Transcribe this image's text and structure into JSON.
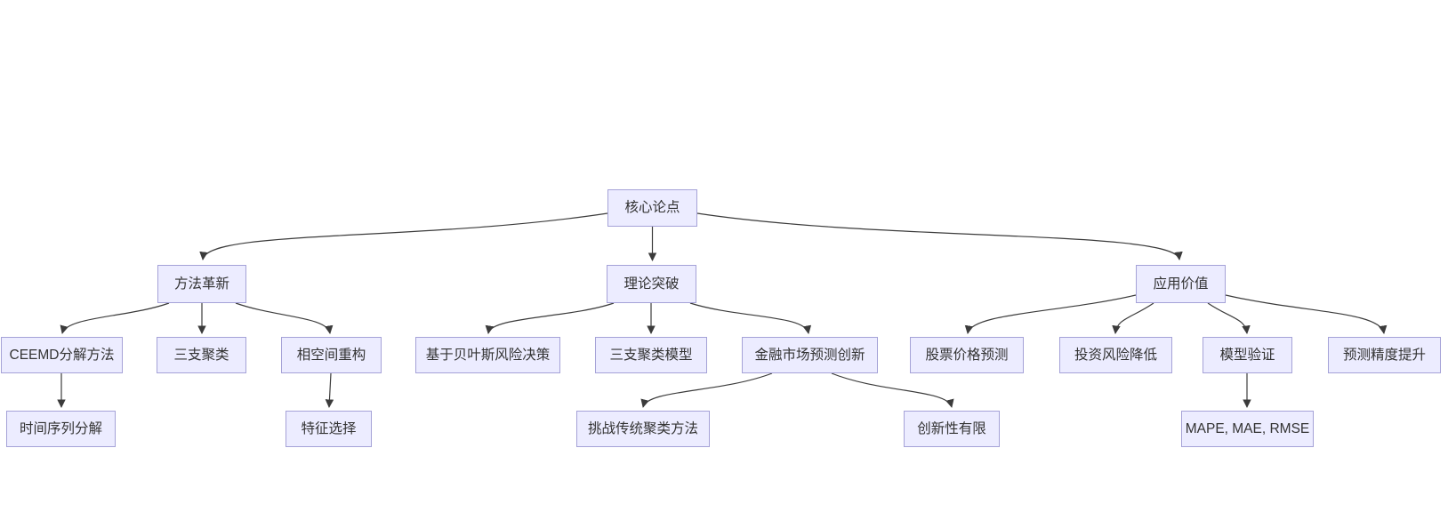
{
  "diagram": {
    "type": "flowchart-top-down",
    "title": "核心论点",
    "colors": {
      "node_fill": "#ECECFF",
      "node_border": "#A5A2D7",
      "edge": "#3b3b3b",
      "text": "#333333",
      "background": "#ffffff"
    },
    "nodes": {
      "core_thesis": {
        "label": "核心论点",
        "level": 1
      },
      "method_innovation": {
        "label": "方法革新",
        "level": 2
      },
      "theoretical_breakthrough": {
        "label": "理论突破",
        "level": 2
      },
      "application_value": {
        "label": "应用价值",
        "level": 2
      },
      "ceemd_decomposition": {
        "label": "CEEMD分解方法",
        "level": 3
      },
      "three_way_clustering": {
        "label": "三支聚类",
        "level": 3
      },
      "phase_space_reconstruction": {
        "label": "相空间重构",
        "level": 3
      },
      "bayesian_risk_decision": {
        "label": "基于贝叶斯风险决策",
        "level": 3
      },
      "three_way_clustering_model": {
        "label": "三支聚类模型",
        "level": 3
      },
      "financial_market_forecast_innovation": {
        "label": "金融市场预测创新",
        "level": 3
      },
      "stock_price_prediction": {
        "label": "股票价格预测",
        "level": 3
      },
      "investment_risk_reduction": {
        "label": "投资风险降低",
        "level": 3
      },
      "model_validation": {
        "label": "模型验证",
        "level": 3
      },
      "forecast_accuracy_improvement": {
        "label": "预测精度提升",
        "level": 3
      },
      "time_series_decomposition": {
        "label": "时间序列分解",
        "level": 4
      },
      "feature_selection": {
        "label": "特征选择",
        "level": 4
      },
      "challenge_traditional_clustering": {
        "label": "挑战传统聚类方法",
        "level": 4
      },
      "limited_innovation": {
        "label": "创新性有限",
        "level": 4
      },
      "evaluation_metrics": {
        "label": "MAPE, MAE, RMSE",
        "level": 4
      }
    },
    "edges": [
      {
        "from": "core_thesis",
        "to": "method_innovation"
      },
      {
        "from": "core_thesis",
        "to": "theoretical_breakthrough"
      },
      {
        "from": "core_thesis",
        "to": "application_value"
      },
      {
        "from": "method_innovation",
        "to": "ceemd_decomposition"
      },
      {
        "from": "method_innovation",
        "to": "three_way_clustering"
      },
      {
        "from": "method_innovation",
        "to": "phase_space_reconstruction"
      },
      {
        "from": "ceemd_decomposition",
        "to": "time_series_decomposition"
      },
      {
        "from": "phase_space_reconstruction",
        "to": "feature_selection"
      },
      {
        "from": "theoretical_breakthrough",
        "to": "bayesian_risk_decision"
      },
      {
        "from": "theoretical_breakthrough",
        "to": "three_way_clustering_model"
      },
      {
        "from": "theoretical_breakthrough",
        "to": "financial_market_forecast_innovation"
      },
      {
        "from": "financial_market_forecast_innovation",
        "to": "challenge_traditional_clustering"
      },
      {
        "from": "financial_market_forecast_innovation",
        "to": "limited_innovation"
      },
      {
        "from": "application_value",
        "to": "stock_price_prediction"
      },
      {
        "from": "application_value",
        "to": "investment_risk_reduction"
      },
      {
        "from": "application_value",
        "to": "model_validation"
      },
      {
        "from": "application_value",
        "to": "forecast_accuracy_improvement"
      },
      {
        "from": "model_validation",
        "to": "evaluation_metrics"
      }
    ]
  }
}
